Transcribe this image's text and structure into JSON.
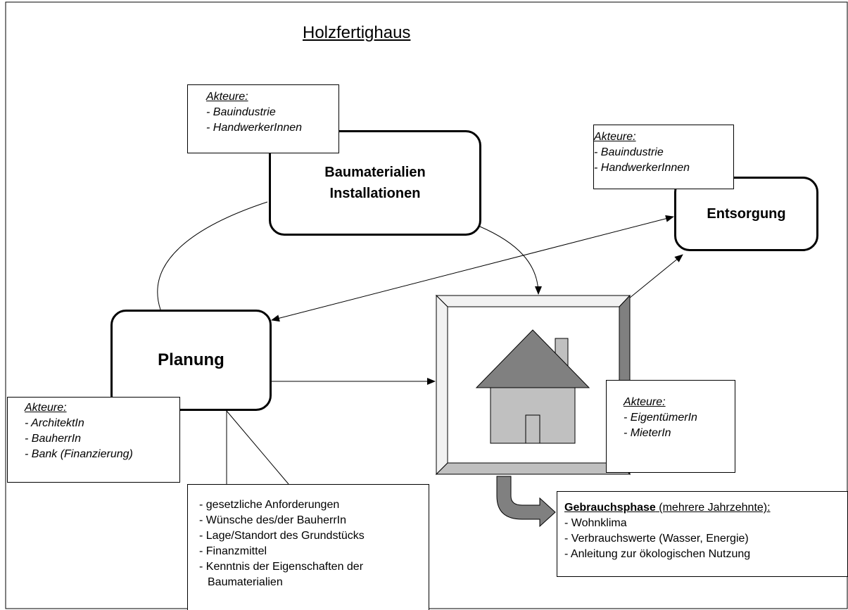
{
  "title": "Holzfertighaus",
  "nodes": {
    "baumaterialien": {
      "line1": "Baumaterialien",
      "line2": "Installationen"
    },
    "entsorgung": "Entsorgung",
    "planung": "Planung"
  },
  "akteure_baumaterialien": {
    "heading": "Akteure:",
    "items": [
      "- Bauindustrie",
      "- HandwerkerInnen"
    ]
  },
  "akteure_entsorgung": {
    "heading": "Akteure:",
    "items": [
      "- Bauindustrie",
      "- HandwerkerInnen"
    ]
  },
  "akteure_planung": {
    "heading": "Akteure:",
    "items": [
      "- ArchitektIn",
      "- BauherrIn",
      "- Bank (Finanzierung)"
    ]
  },
  "akteure_haus": {
    "heading": "Akteure:",
    "items": [
      "- EigentümerIn",
      "- MieterIn"
    ]
  },
  "planung_details": [
    "- gesetzliche Anforderungen",
    "- Wünsche des/der BauherrIn",
    "- Lage/Standort des Grundstücks",
    "- Finanzmittel",
    "- Kenntnis der Eigenschaften der",
    "Baumaterialien"
  ],
  "gebrauchsphase": {
    "heading_bold": "Gebrauchsphase",
    "heading_rest": " (mehrere Jahrzehnte):",
    "items": [
      "- Wohnklima",
      "- Verbrauchswerte (Wasser, Energie)",
      "- Anleitung zur ökologischen Nutzung"
    ]
  },
  "colors": {
    "frame_light": "#f2f2f2",
    "frame_dark": "#808080",
    "frame_mid": "#c0c0c0",
    "roof": "#808080",
    "house_body": "#c0c0c0",
    "arrow_fill": "#808080"
  }
}
